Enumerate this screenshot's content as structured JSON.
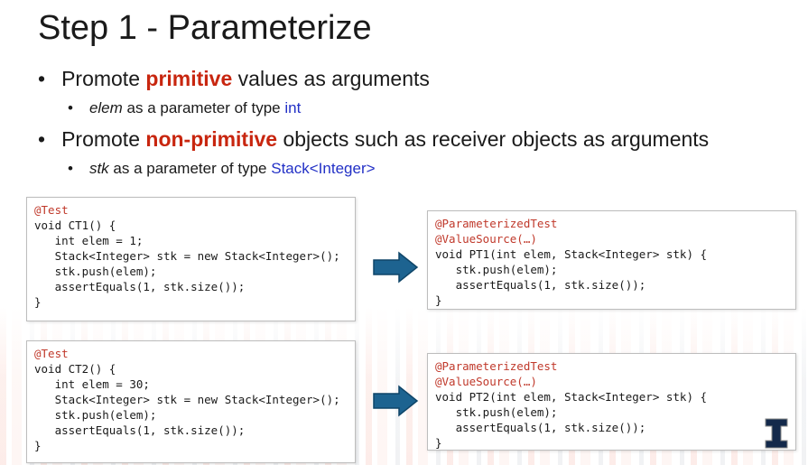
{
  "slide": {
    "title": "Step 1 - Parameterize"
  },
  "bullets": {
    "b1": {
      "marker": "•",
      "pre": "Promote ",
      "kw": "primitive",
      "post": " values as arguments"
    },
    "b1sub": {
      "marker": "•",
      "em": "elem",
      "mid": " as a parameter of type ",
      "type": "int"
    },
    "b2": {
      "marker": "•",
      "pre": "Promote ",
      "kw": "non-primitive",
      "post": " objects such as receiver objects as arguments"
    },
    "b2sub": {
      "marker": "•",
      "em": "stk",
      "mid": " as a parameter of type ",
      "type": "Stack<Integer>"
    }
  },
  "code": {
    "ct1": {
      "annotation": "@Test",
      "lines": [
        "void CT1() {",
        "   int elem = 1;",
        "   Stack<Integer> stk = new Stack<Integer>();",
        "   stk.push(elem);",
        "   assertEquals(1, stk.size());",
        "}"
      ]
    },
    "ct2": {
      "annotation": "@Test",
      "lines": [
        "void CT2() {",
        "   int elem = 30;",
        "   Stack<Integer> stk = new Stack<Integer>();",
        "   stk.push(elem);",
        "   assertEquals(1, stk.size());",
        "}"
      ]
    },
    "pt1": {
      "annotation1": "@ParameterizedTest",
      "annotation2": "@ValueSource(…)",
      "lines": [
        "void PT1(int elem, Stack<Integer> stk) {",
        "   stk.push(elem);",
        "   assertEquals(1, stk.size());",
        "}"
      ]
    },
    "pt2": {
      "annotation1": "@ParameterizedTest",
      "annotation2": "@ValueSource(…)",
      "lines": [
        "void PT2(int elem, Stack<Integer> stk) {",
        "   stk.push(elem);",
        "   assertEquals(1, stk.size());",
        "}"
      ]
    }
  },
  "colors": {
    "keyword_red": "#c8260f",
    "type_blue": "#2230c6",
    "arrow_fill": "#1d6390",
    "logo": "#13294b"
  },
  "icons": {
    "arrow1": "right-arrow-icon",
    "arrow2": "right-arrow-icon",
    "logo": "block-i-logo-icon"
  }
}
